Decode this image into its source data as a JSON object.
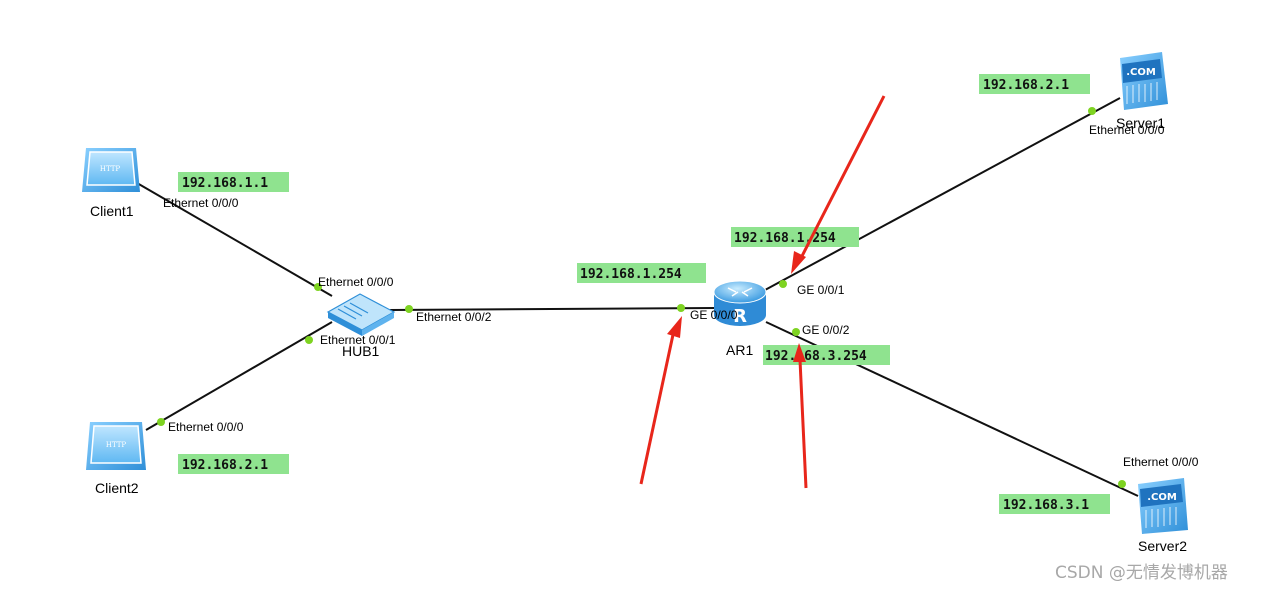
{
  "devices": {
    "client1": {
      "name": "Client1",
      "icon": "http-client-icon",
      "port": "Ethernet 0/0/0",
      "ip": "192.168.1.1"
    },
    "client2": {
      "name": "Client2",
      "icon": "http-client-icon",
      "port": "Ethernet 0/0/0",
      "ip": "192.168.2.1"
    },
    "hub1": {
      "name": "HUB1",
      "icon": "hub-icon",
      "ports": [
        "Ethernet 0/0/0",
        "Ethernet 0/0/1",
        "Ethernet 0/0/2"
      ]
    },
    "ar1": {
      "name": "AR1",
      "icon": "router-icon",
      "ports": [
        "GE 0/0/0",
        "GE 0/0/1",
        "GE 0/0/2"
      ],
      "ips": [
        "192.168.1.254",
        "192.168.1.254",
        "192.168.3.254"
      ]
    },
    "server1": {
      "name": "Server1",
      "icon": "com-server-icon",
      "port": "Ethernet 0/0/0",
      "ip": "192.168.2.1"
    },
    "server2": {
      "name": "Server2",
      "icon": "com-server-icon",
      "port": "Ethernet 0/0/0",
      "ip": "192.168.3.1"
    }
  },
  "icon_text": {
    "http": "HTTP",
    "com": ".COM"
  },
  "watermark": "CSDN @无情发博机器",
  "colors": {
    "link": "#111111",
    "port_dot": "#7ed321",
    "ip_label_bg": "#8fe38f",
    "annotation_arrow": "#e8261b",
    "device_blue": "#3a9ee8"
  }
}
